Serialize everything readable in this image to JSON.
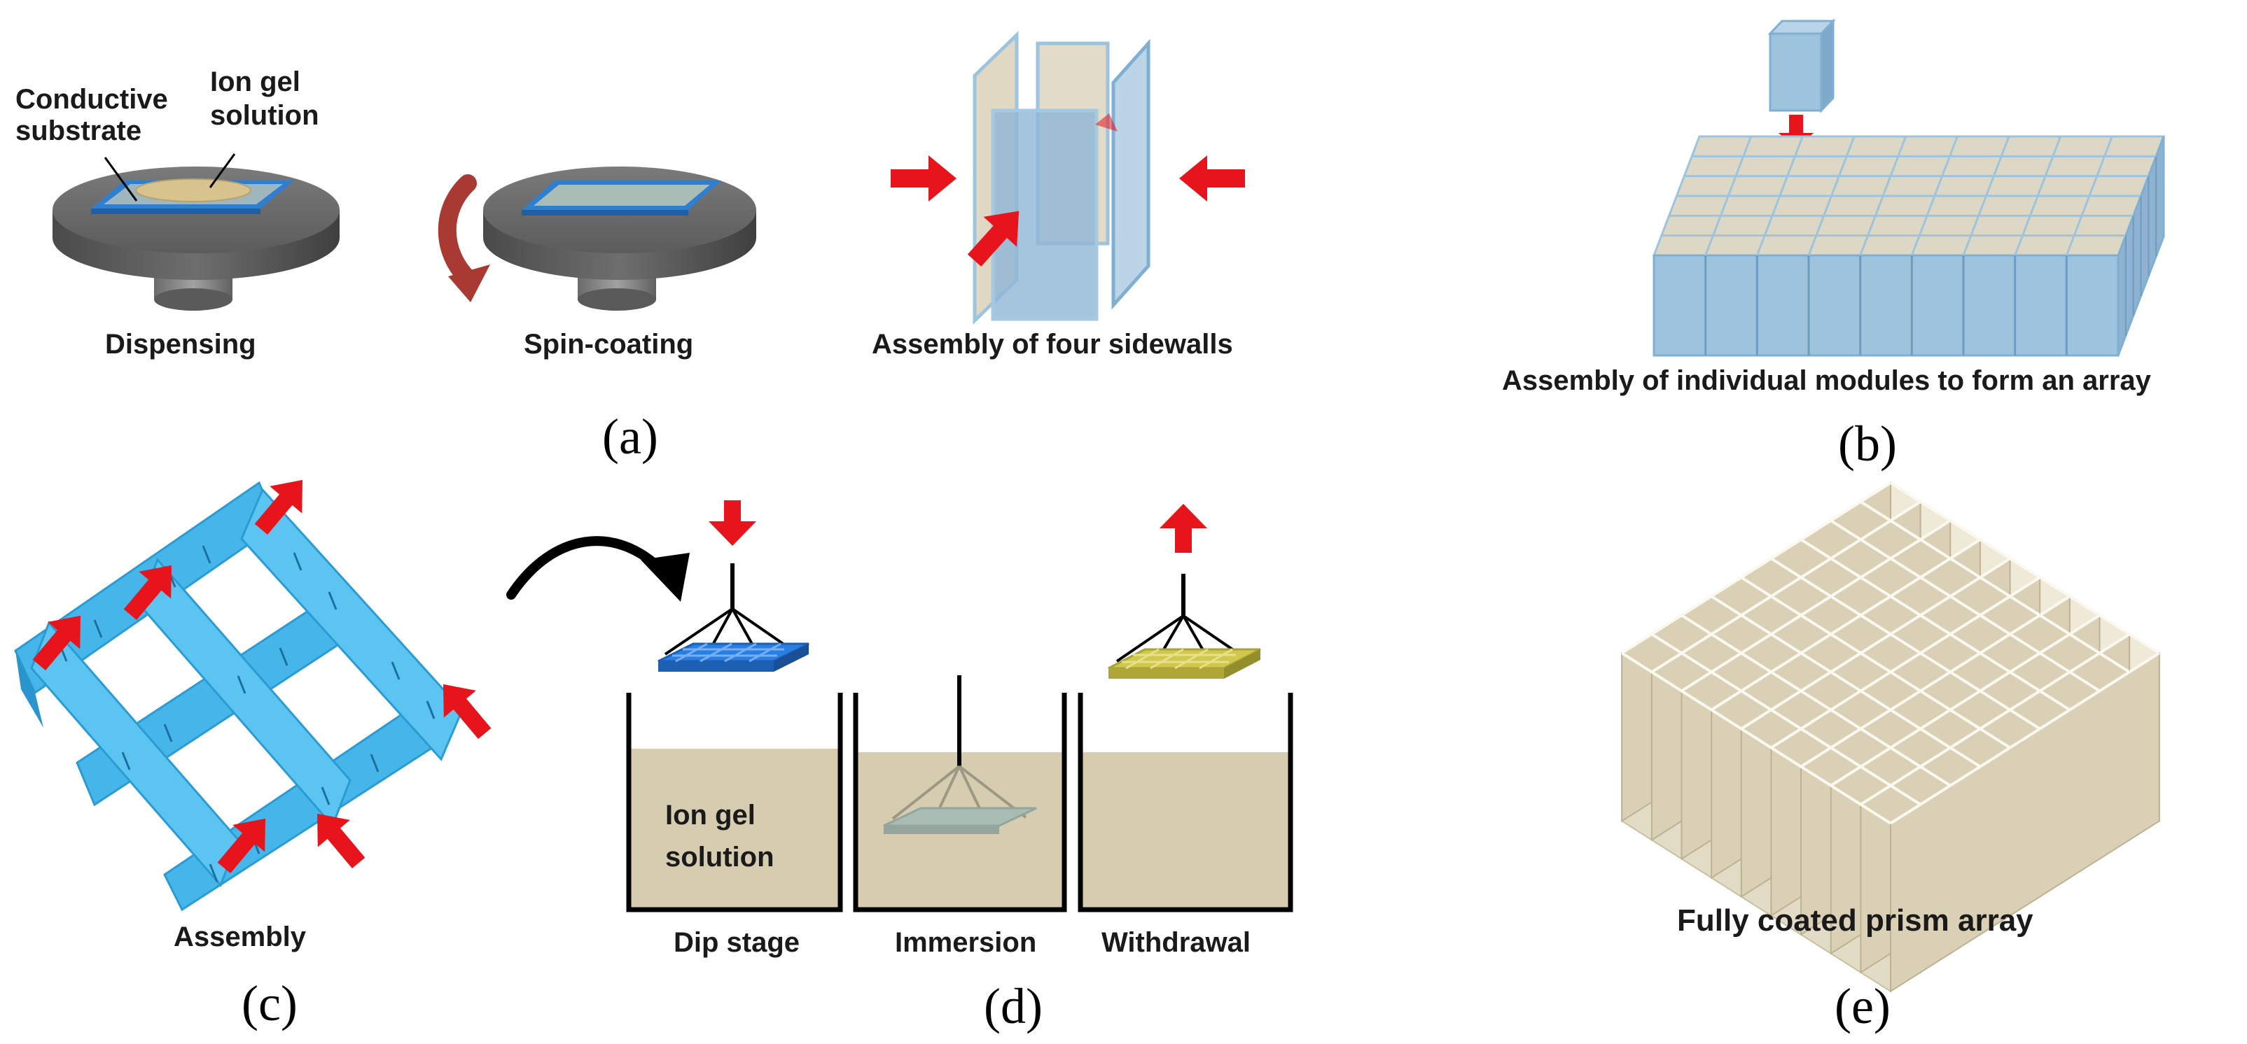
{
  "panels": {
    "a": {
      "panel_label": "(a)",
      "labels": {
        "conductive_substrate": [
          "Conductive",
          "substrate"
        ],
        "ion_gel_solution": [
          "Ion gel",
          "solution"
        ],
        "dispensing": "Dispensing",
        "spin_coating": "Spin-coating",
        "assembly_four_sidewalls": "Assembly of four sidewalls"
      }
    },
    "b": {
      "panel_label": "(b)",
      "caption": "Assembly of individual modules to form an array"
    },
    "c": {
      "panel_label": "(c)",
      "caption": "Assembly"
    },
    "d": {
      "panel_label": "(d)",
      "ion_gel_solution": [
        "Ion gel",
        "solution"
      ],
      "steps": [
        "Dip stage",
        "Immersion",
        "Withdrawal"
      ]
    },
    "e": {
      "panel_label": "(e)",
      "caption": "Fully coated prism array"
    }
  },
  "colors": {
    "arrow_red": "#e8141b",
    "stage_gray": "#5a5a5a",
    "substrate_blue": "#2e7fd0",
    "sidewall_blue": "#9ec3dd",
    "sidewall_tan": "#cfc3a3",
    "grid_blue": "#46b6ea",
    "solution": "#d6cdb1",
    "mesh_blue": "#2a7de1",
    "mesh_yellow": "#cfc84d",
    "prism_cream": "#ece6d4"
  }
}
